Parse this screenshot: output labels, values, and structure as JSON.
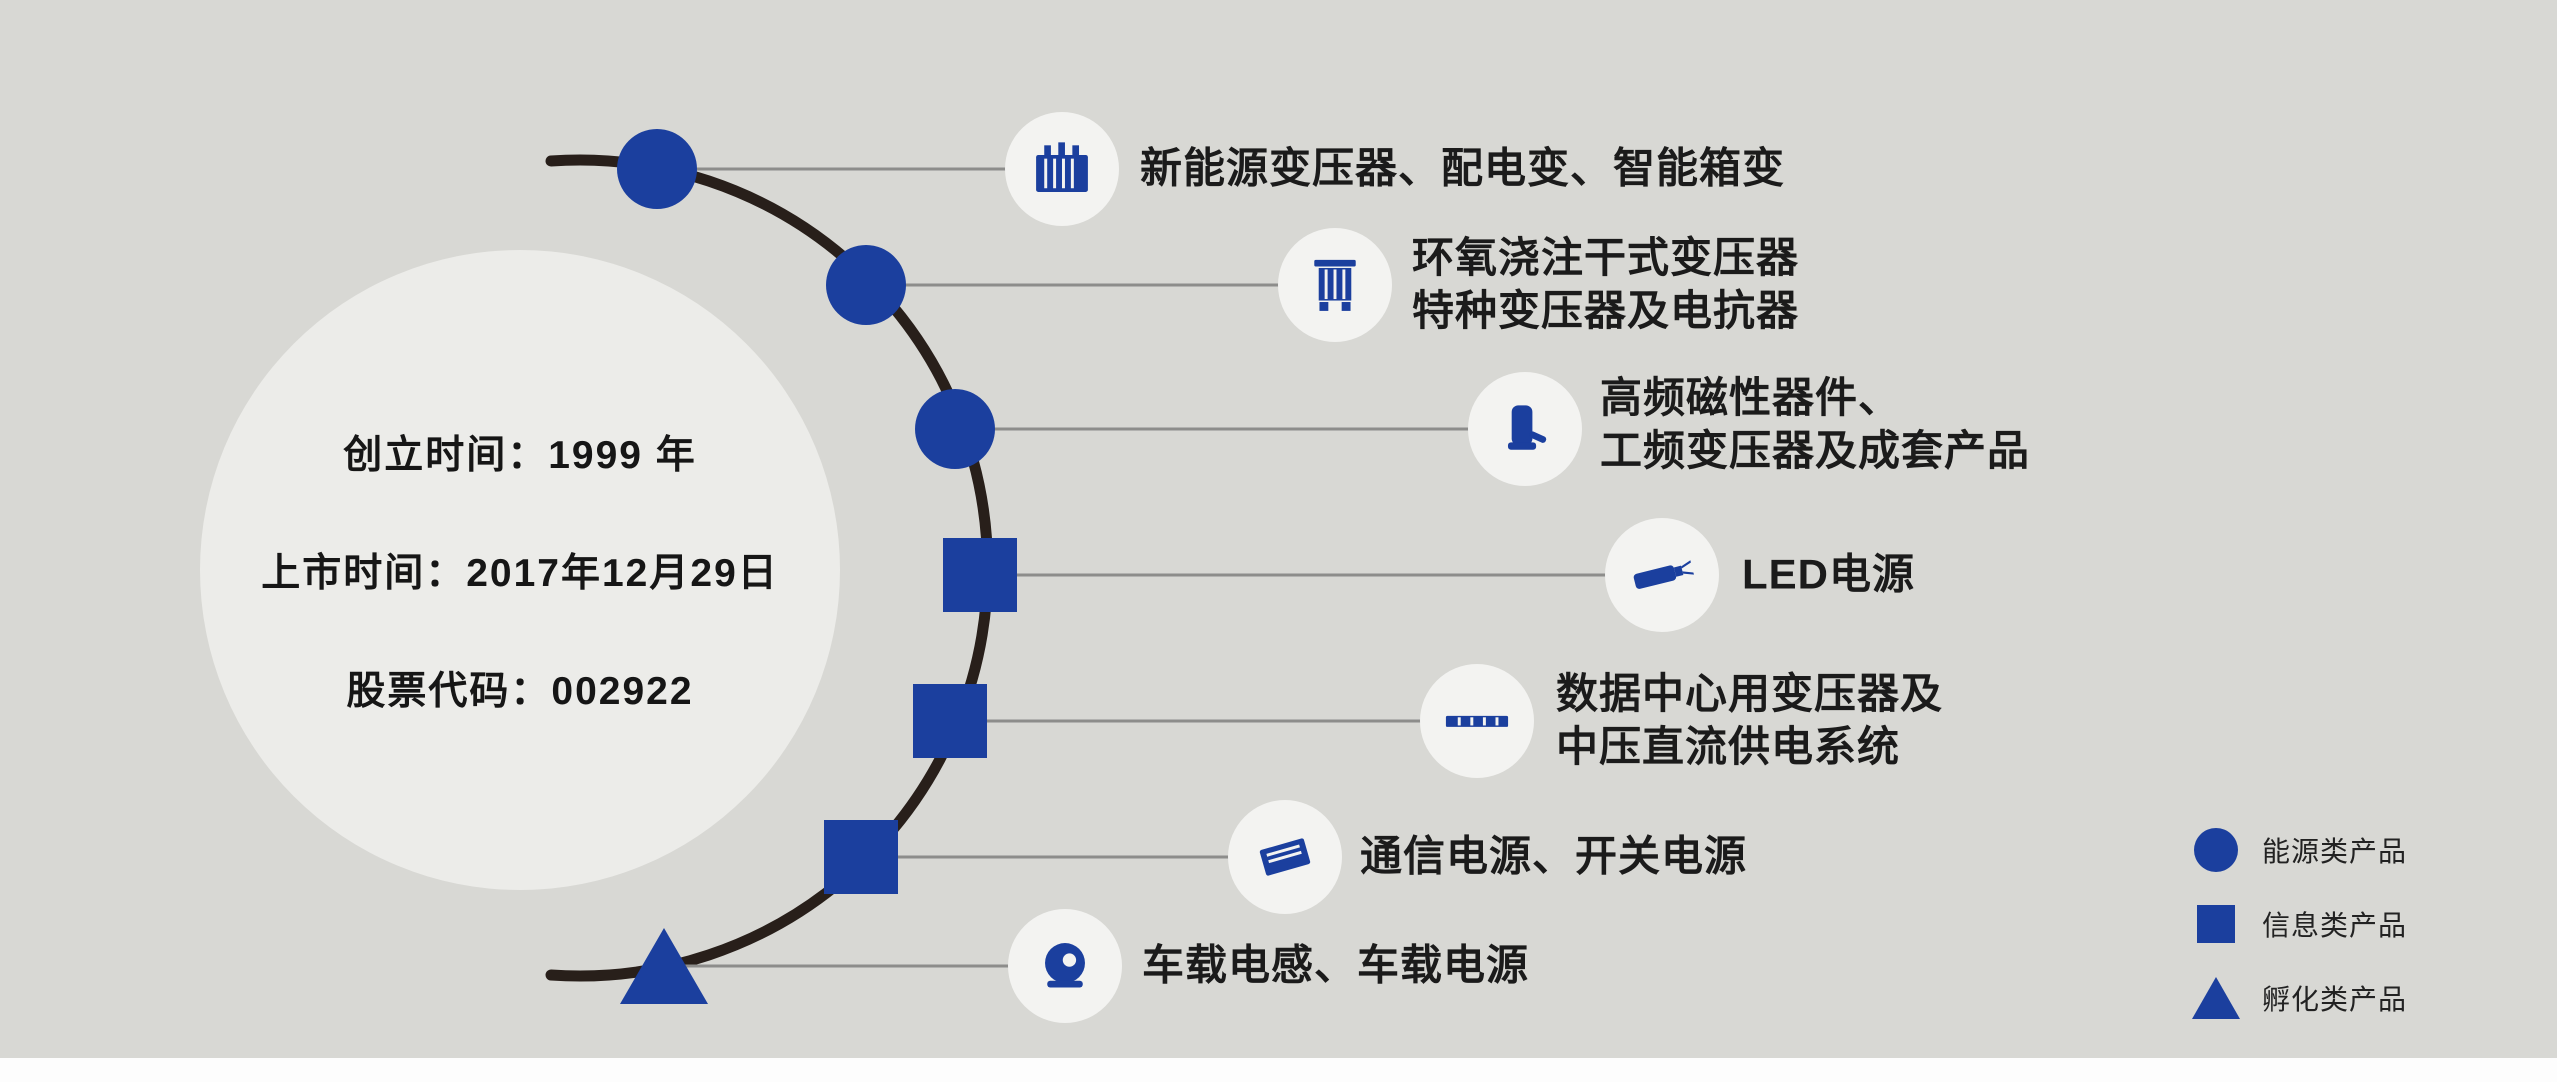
{
  "colors": {
    "background": "#d8d8d4",
    "accent": "#1b3f9e",
    "arc": "#281f1a",
    "connector": "#8d8d8b",
    "bubble": "#f3f3f1",
    "info_circle_bg": "#ecece9",
    "text": "#1b1b1b"
  },
  "info_circle": {
    "lines": [
      "创立时间：1999 年",
      "上市时间：2017年12月29日",
      "股票代码：002922"
    ]
  },
  "items": [
    {
      "marker": "circle",
      "icon": "transformer-icon",
      "label": "新能源变压器、配电变、智能箱变"
    },
    {
      "marker": "circle",
      "icon": "dry-transformer-icon",
      "label": "环氧浇注干式变压器\n特种变压器及电抗器"
    },
    {
      "marker": "circle",
      "icon": "magnetic-device-icon",
      "label": "高频磁性器件、\n工频变压器及成套产品"
    },
    {
      "marker": "square",
      "icon": "led-power-icon",
      "label": "LED电源"
    },
    {
      "marker": "square",
      "icon": "datacenter-power-icon",
      "label": "数据中心用变压器及\n中压直流供电系统"
    },
    {
      "marker": "square",
      "icon": "telecom-power-icon",
      "label": "通信电源、开关电源"
    },
    {
      "marker": "triangle",
      "icon": "vehicle-power-icon",
      "label": "车载电感、车载电源"
    }
  ],
  "legend": [
    {
      "marker": "circle",
      "label": "能源类产品"
    },
    {
      "marker": "square",
      "label": "信息类产品"
    },
    {
      "marker": "triangle",
      "label": "孵化类产品"
    }
  ]
}
